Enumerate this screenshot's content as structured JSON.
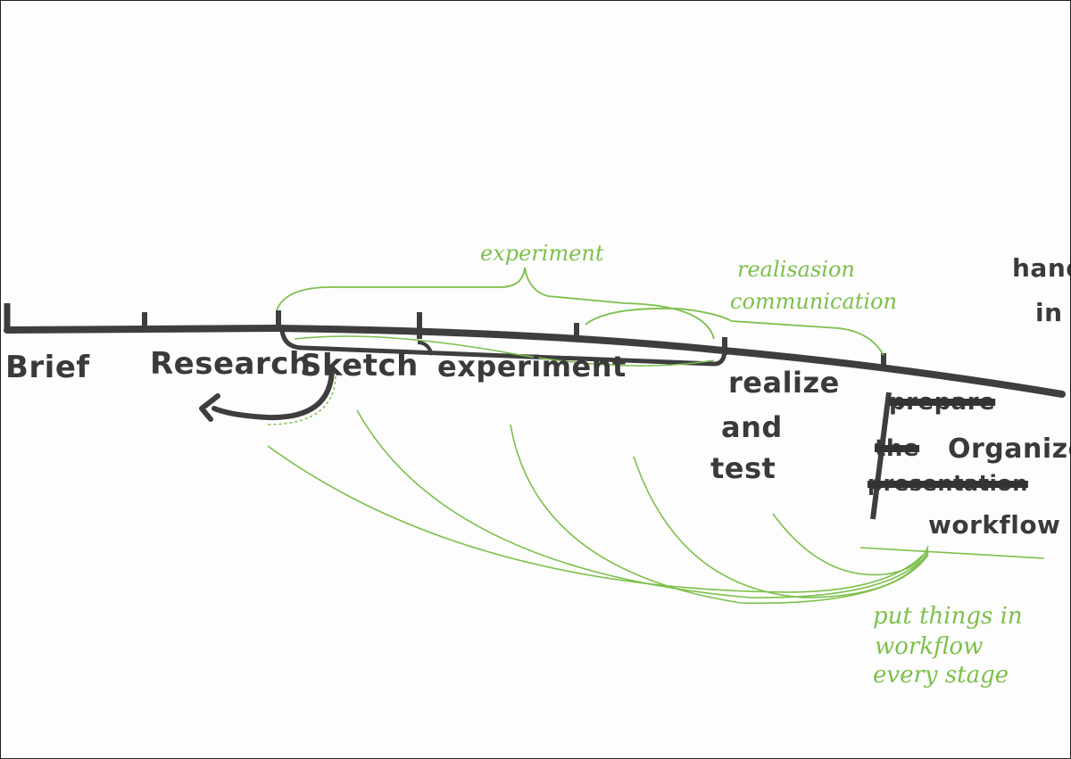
{
  "colors": {
    "ink": "#3a3a3a",
    "green": "#7cc04a",
    "paper": "#fdfdfd"
  },
  "stages": {
    "brief": "Brief",
    "research": "Research",
    "sketch": "Sketch",
    "experiment": "experiment",
    "realize": "realize",
    "and": "and",
    "test": "test",
    "hand": "hand",
    "in": "in"
  },
  "organize": {
    "struck_1": "prepare",
    "struck_2": "the",
    "struck_3": "presentation",
    "organize": "Organize",
    "workflow": "workflow"
  },
  "notes": {
    "experiment": "experiment",
    "realisation": "realisasion",
    "communication": "communication",
    "put_line1": "put things in",
    "put_line2": "workflow",
    "put_line3": "every stage"
  }
}
